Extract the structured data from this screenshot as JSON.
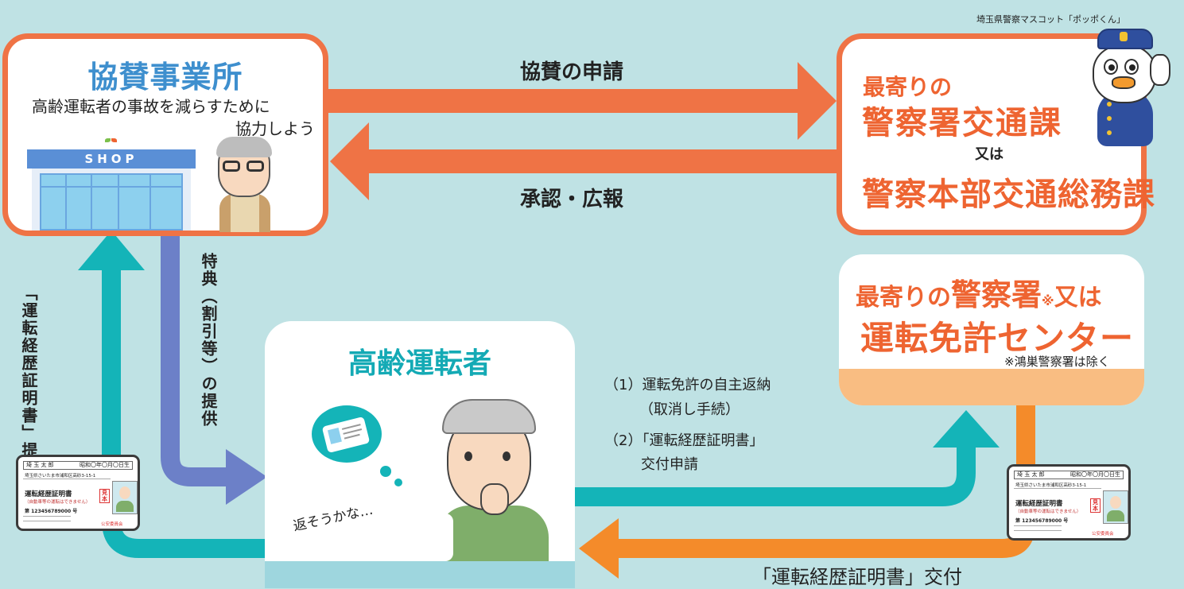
{
  "mascot_caption": "埼玉県警察マスコット「ポッポくん」",
  "sponsor": {
    "title": "協賛事業所",
    "line1": "高齢運転者の事故を減らすために",
    "line2": "協力しよう",
    "shop_sign": "SHOP"
  },
  "arrows": {
    "apply": "協賛の申請",
    "approve": "承認・広報",
    "benefit": "特典（割引等）の提供",
    "present": "「運転経歴証明書」提示",
    "issue": "「運転経歴証明書」交付"
  },
  "police": {
    "line1": "最寄りの",
    "line2": "警察署交通課",
    "line3": "又は",
    "line4": "警察本部交通総務課"
  },
  "center": {
    "line1a": "最寄りの",
    "line1b": "警察署",
    "mark": "※",
    "line1c": "又は",
    "line2": "運転免許センター",
    "note": "※鴻巣警察署は除く"
  },
  "driver": {
    "title": "高齢運転者",
    "thought": "返そうかな…"
  },
  "steps": {
    "s1": "（1）運転免許の自主返納",
    "s1b": "（取消し手続）",
    "s2": "（2）「運転経歴証明書」",
    "s2b": "交付申請"
  },
  "card_left": {
    "name": "埼 玉 太 郎",
    "birth": "昭和〇年〇月〇日生",
    "address": "埼玉県さいたま市浦和区高砂3-15-1",
    "title": "運転経歴証明書",
    "sub": "（自動車等の運転はできません）",
    "number": "第 123456789000 号",
    "stamp": "見本",
    "issuer": "公安委員会"
  },
  "card_right": {
    "name": "埼 玉 太 郎",
    "birth": "昭和〇年〇月〇日生",
    "address": "埼玉県さいたま市浦和区高砂3-15-1",
    "title": "運転経歴証明書",
    "sub": "（自動車等の運転はできません）",
    "number": "第 123456789000 号",
    "stamp": "見本",
    "issuer": "公安委員会"
  },
  "colors": {
    "background": "#bfe2e4",
    "orange": "#ef7345",
    "red_text": "#ee6431",
    "blue_title": "#3e8fce",
    "teal": "#14b4b8",
    "purple_blue": "#6c80c8",
    "bright_orange": "#f48b2a"
  }
}
